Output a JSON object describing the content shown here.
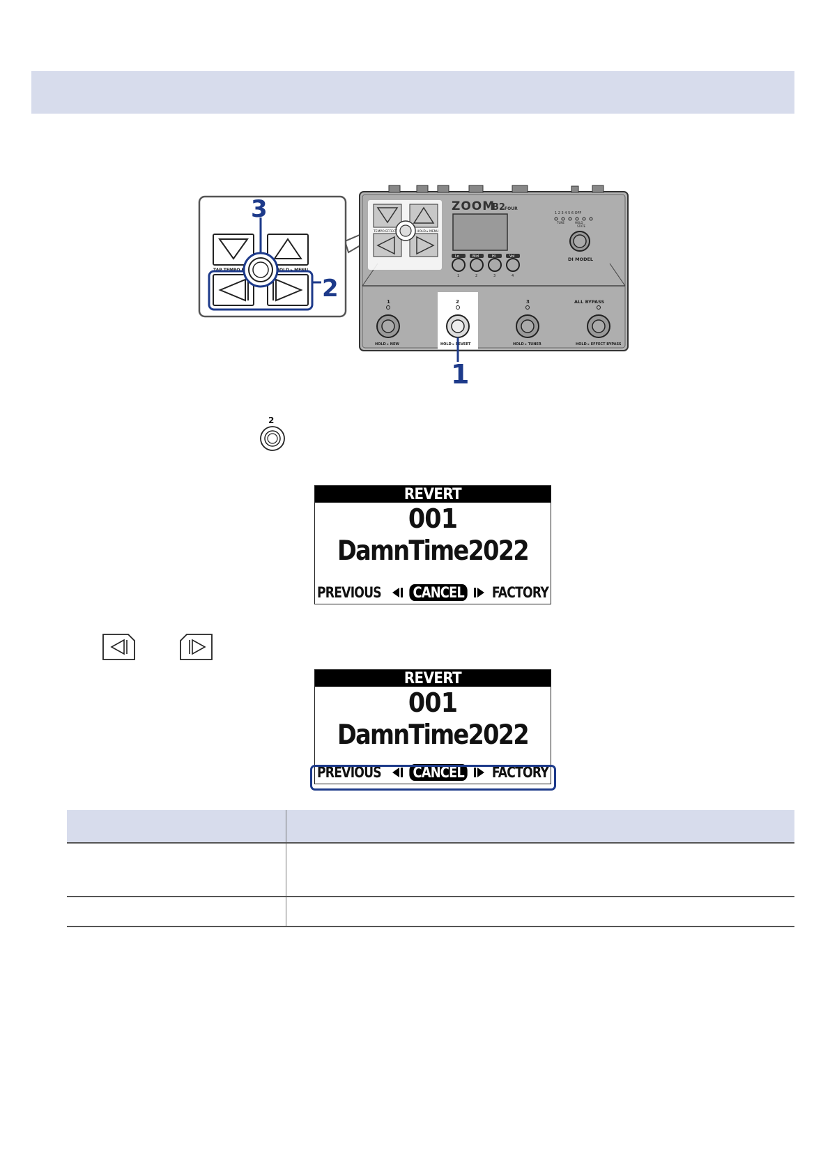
{
  "header": {
    "band_color": "#d7dcec"
  },
  "figure1": {
    "callouts": {
      "c1": "1",
      "c2": "2",
      "c3": "3"
    },
    "device": {
      "brand": "ZOOM",
      "model": "B2",
      "model_suffix": "FOUR",
      "knob_labels": [
        "Lo",
        "Mid",
        "Hi",
        "Vol"
      ],
      "knob_numbers": [
        "1",
        "2",
        "3",
        "4"
      ],
      "di_model_label": "DI MODEL",
      "led_numbers": [
        "1",
        "2",
        "3",
        "4",
        "5",
        "6",
        "OFF"
      ],
      "led_caption_a": "TUNE",
      "led_caption_b": "HOLD",
      "led_caption_c": "STATE",
      "footswitch_numbers": [
        "1",
        "2",
        "3"
      ],
      "all_bypass_label": "ALL BYPASS",
      "footswitch_captions": [
        "HOLD ▸ NEW",
        "HOLD ▸ REVERT",
        "HOLD ▸ TUNER",
        "HOLD ▸ EFFECT BYPASS"
      ],
      "nav_left_caption": "TEMPO EFFECT",
      "nav_right_caption": "HOLD ▸ MENU"
    },
    "inset": {
      "left_caption": "TAP TEMPO EFFECT",
      "right_caption": "HOLD ▸ MENU"
    },
    "accent_color": "#1d3a8a"
  },
  "step_icon": {
    "footswitch_number": "2"
  },
  "screen1": {
    "title": "REVERT",
    "number": "001",
    "name": "DamnTime2022",
    "option_previous": "PREVIOUS",
    "option_cancel": "CANCEL",
    "option_factory": "FACTORY"
  },
  "screen2": {
    "title": "REVERT",
    "number": "001",
    "name": "DamnTime2022",
    "option_previous": "PREVIOUS",
    "option_cancel": "CANCEL",
    "option_factory": "FACTORY"
  },
  "table": {
    "header_color": "#d7dcec"
  }
}
